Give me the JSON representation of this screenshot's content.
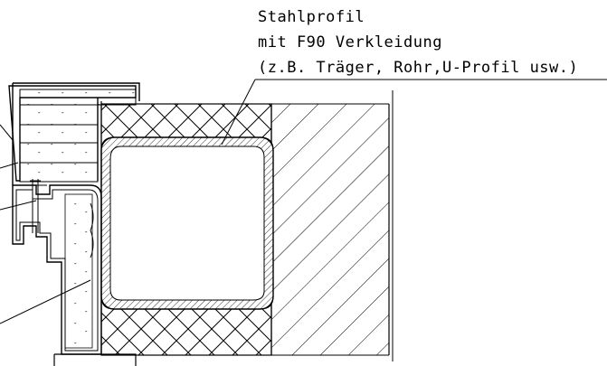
{
  "annotation": {
    "lines": [
      "Stahlprofil",
      "mit F90 Verkleidung",
      "(z.B. Träger, Rohr,U-Profil usw.)"
    ]
  },
  "colors": {
    "ink": "#000000",
    "background": "#ffffff"
  }
}
